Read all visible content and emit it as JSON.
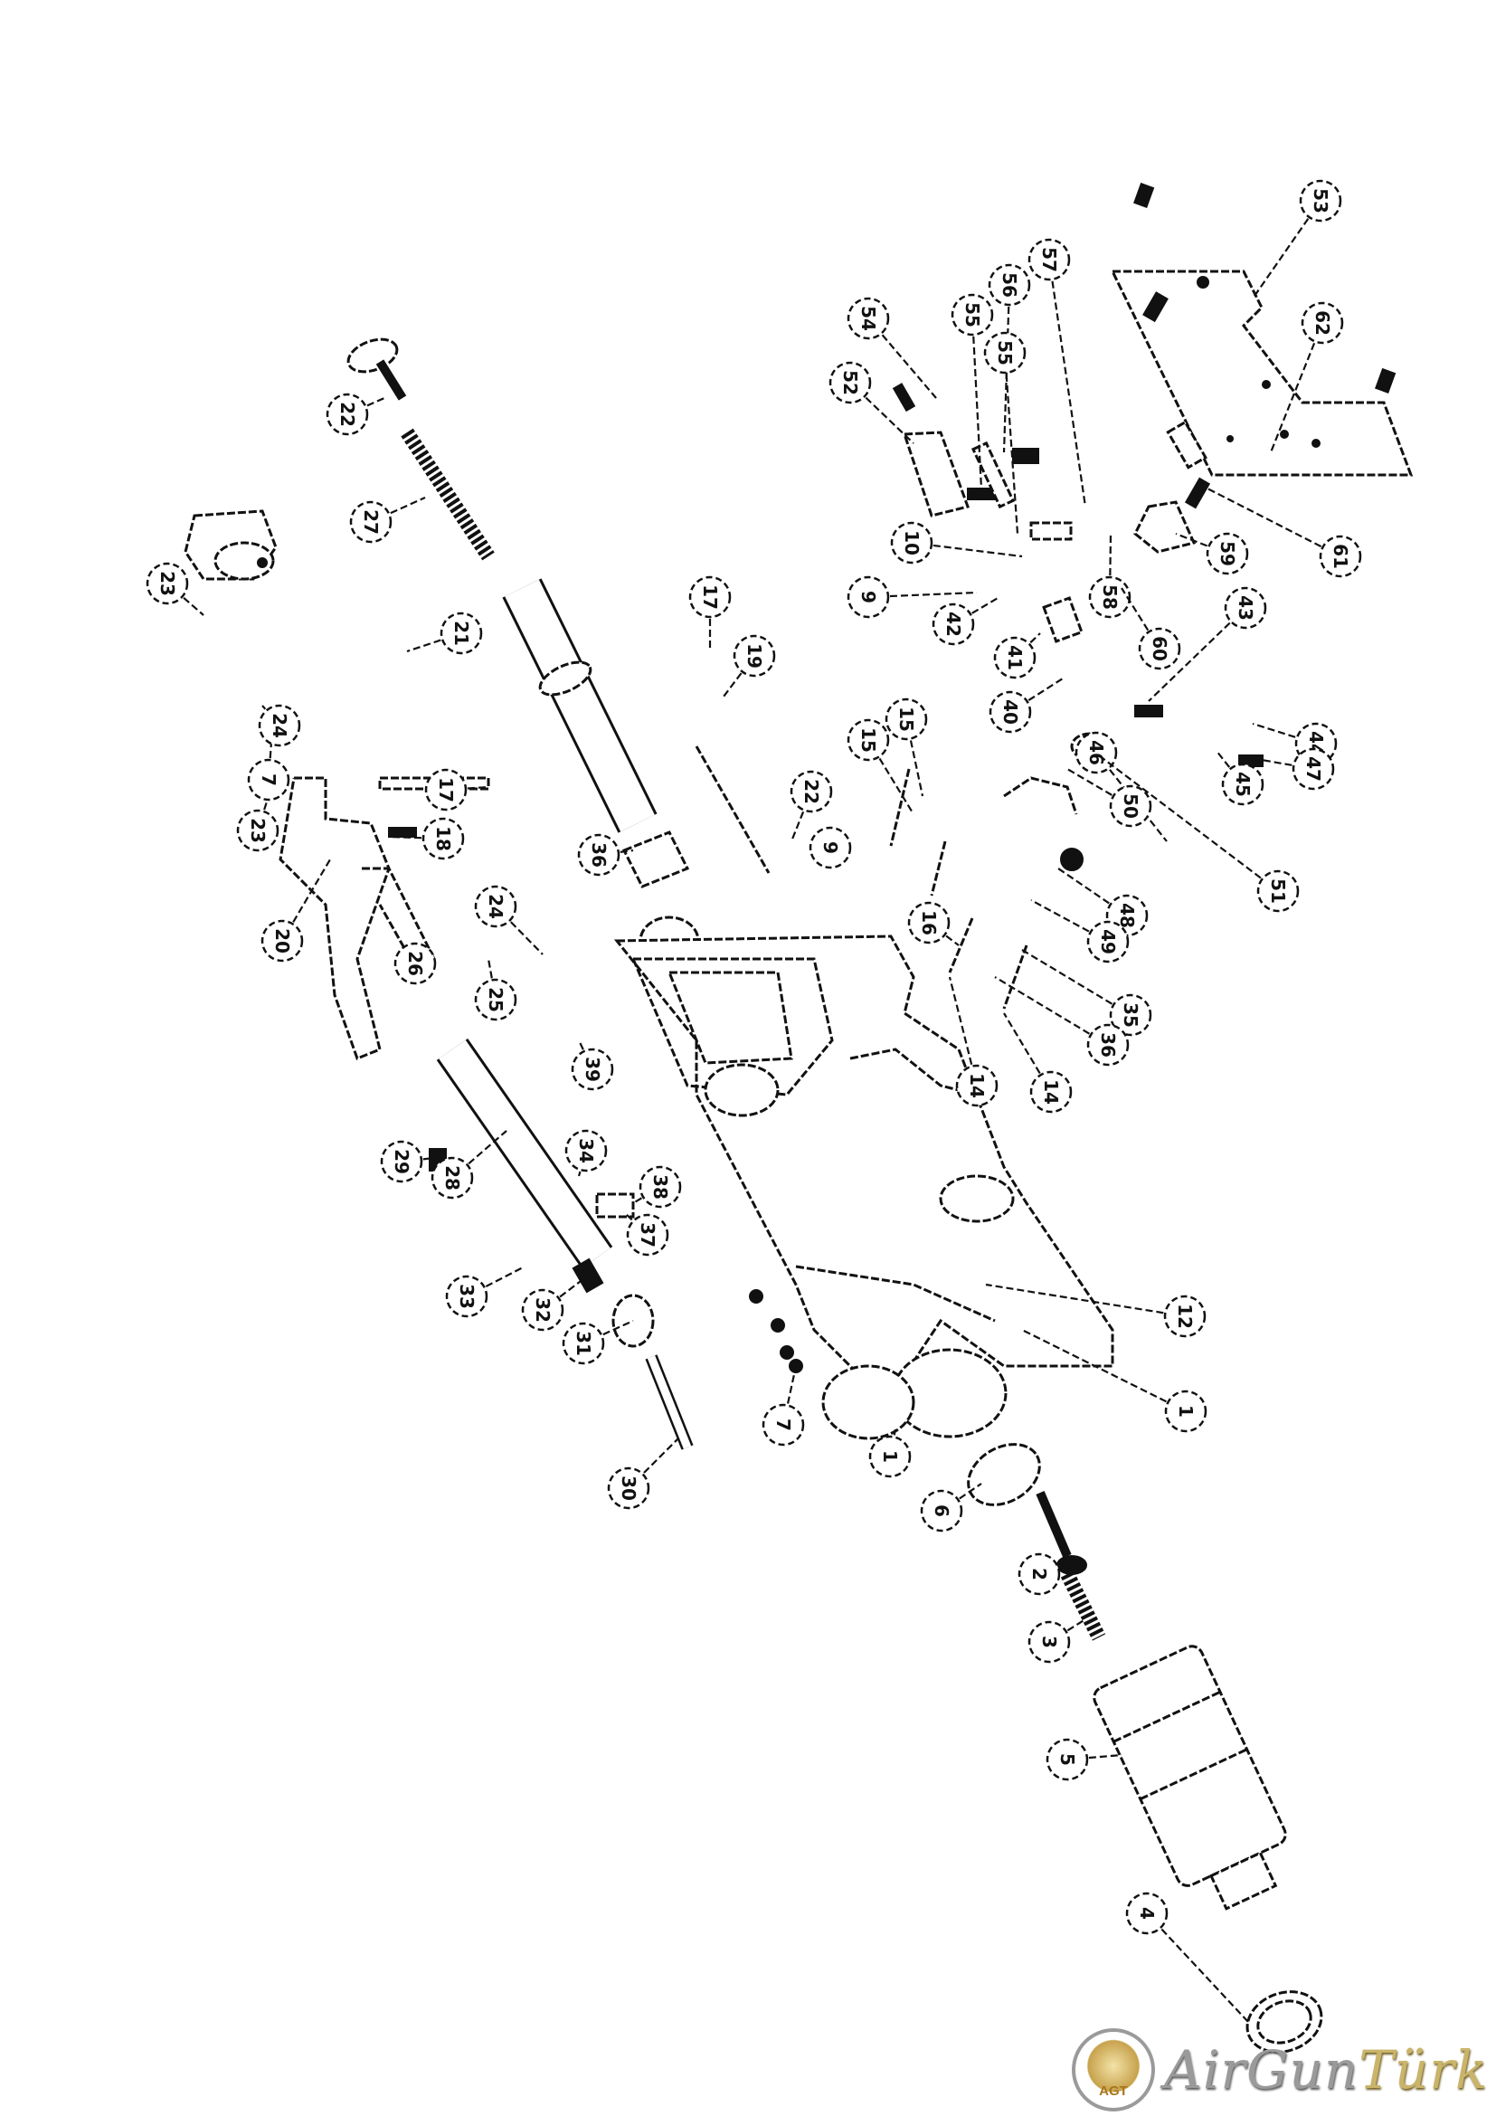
{
  "diagram": {
    "type": "exploded-parts-diagram",
    "callouts": [
      "53",
      "54",
      "55",
      "56",
      "57",
      "52",
      "55",
      "62",
      "10",
      "58",
      "59",
      "61",
      "60",
      "9",
      "42",
      "41",
      "43",
      "40",
      "44",
      "47",
      "45",
      "46",
      "50",
      "51",
      "48",
      "49",
      "35",
      "36",
      "14",
      "14",
      "16",
      "15",
      "15",
      "17",
      "19",
      "9",
      "22",
      "12",
      "1",
      "1",
      "6",
      "2",
      "3",
      "5",
      "4",
      "7",
      "30",
      "31",
      "32",
      "33",
      "28",
      "29",
      "34",
      "38",
      "37",
      "39",
      "24",
      "25",
      "26",
      "20",
      "18",
      "17",
      "23",
      "7",
      "24",
      "23",
      "21",
      "27",
      "22",
      "36"
    ]
  },
  "logo": {
    "badge_text": "AGT",
    "brand_part1": "AirGun",
    "brand_part2": "Türk"
  }
}
